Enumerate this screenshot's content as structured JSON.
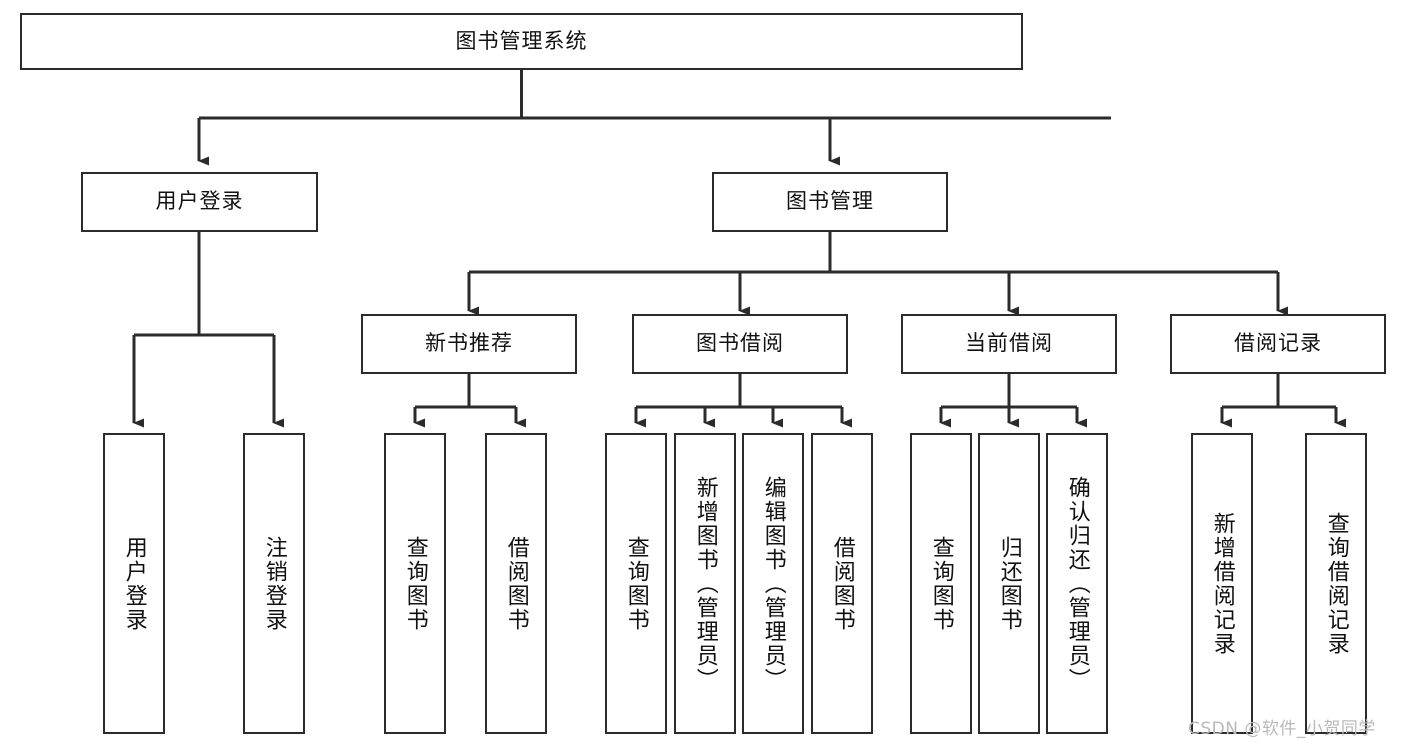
{
  "diagram": {
    "title": "图书管理系统",
    "type": "功能结构图",
    "stroke_color": "#2b2b2b",
    "fill_color": "#ffffff",
    "text_color": "#111111",
    "watermark": "CSDN @软件_小贺同学",
    "nodes": {
      "root": {
        "label": "图书管理系统",
        "level": 1,
        "orientation": "horizontal"
      },
      "n_user_login": {
        "label": "用户登录",
        "level": 2,
        "orientation": "horizontal"
      },
      "n_book_mgmt": {
        "label": "图书管理",
        "level": 2,
        "orientation": "horizontal"
      },
      "n_new_book_rec": {
        "label": "新书推荐",
        "level": 3,
        "orientation": "horizontal"
      },
      "n_book_borrow": {
        "label": "图书借阅",
        "level": 3,
        "orientation": "horizontal"
      },
      "n_current_borrow": {
        "label": "当前借阅",
        "level": 3,
        "orientation": "horizontal"
      },
      "n_borrow_record": {
        "label": "借阅记录",
        "level": 3,
        "orientation": "horizontal"
      },
      "l_user_login": {
        "label": "用户登录",
        "level": 4,
        "orientation": "vertical"
      },
      "l_user_logout": {
        "label": "注销登录",
        "level": 4,
        "orientation": "vertical"
      },
      "l_query_book_a": {
        "label": "查询图书",
        "level": 4,
        "orientation": "vertical"
      },
      "l_borrow_book_a": {
        "label": "借阅图书",
        "level": 4,
        "orientation": "vertical"
      },
      "l_query_book_b": {
        "label": "查询图书",
        "level": 4,
        "orientation": "vertical"
      },
      "l_add_book": {
        "label": "新增图书（管理员）",
        "level": 4,
        "orientation": "vertical"
      },
      "l_edit_book": {
        "label": "编辑图书（管理员）",
        "level": 4,
        "orientation": "vertical"
      },
      "l_borrow_book_b": {
        "label": "借阅图书",
        "level": 4,
        "orientation": "vertical"
      },
      "l_query_book_c": {
        "label": "查询图书",
        "level": 4,
        "orientation": "vertical"
      },
      "l_return_book": {
        "label": "归还图书",
        "level": 4,
        "orientation": "vertical"
      },
      "l_confirm_return": {
        "label": "确认归还（管理员）",
        "level": 4,
        "orientation": "vertical"
      },
      "l_add_record": {
        "label": "新增借阅记录",
        "level": 4,
        "orientation": "vertical"
      },
      "l_query_record": {
        "label": "查询借阅记录",
        "level": 4,
        "orientation": "vertical"
      }
    }
  }
}
